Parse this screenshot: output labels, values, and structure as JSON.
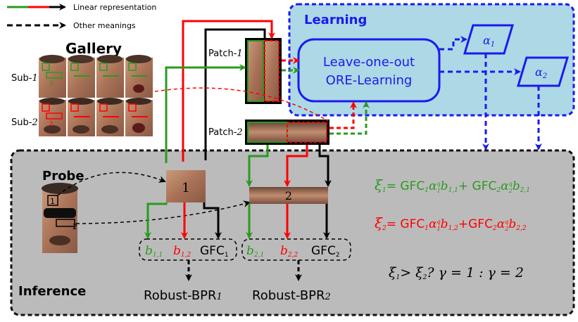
{
  "legend": {
    "solid_label": "Linear representation",
    "dashed_label": "Other meanings"
  },
  "gallery": {
    "title": "Gallery",
    "sub1": "Sub-",
    "sub1_idx": "1",
    "sub2": "Sub-",
    "sub2_idx": "2"
  },
  "patches": {
    "patch1_prefix": "Patch-",
    "patch1_idx": "1",
    "patch2_prefix": "Patch-",
    "patch2_idx": "2"
  },
  "learning": {
    "title": "Learning",
    "box_line1": "Leave-one-out",
    "box_line2": "ORE-Learning",
    "alpha1": "α",
    "alpha1_sub": "1",
    "alpha2": "α",
    "alpha2_sub": "2"
  },
  "inference": {
    "title": "Inference",
    "probe": "Probe",
    "probe_patch1_num": "1",
    "probe_patch2_num": "2",
    "face_box1": "1",
    "face_box2": "2",
    "group1": {
      "b_green": "b",
      "b_green_sub": "1,1",
      "b_red": "b",
      "b_red_sub": "1,2",
      "gfc": "GFC",
      "gfc_sub": "1"
    },
    "group2": {
      "b_green": "b",
      "b_green_sub": "2,1",
      "b_red": "b",
      "b_red_sub": "2,2",
      "gfc": "GFC",
      "gfc_sub": "2"
    },
    "robust1": "Robust-BPR",
    "robust1_sub": "1",
    "robust2": "Robust-BPR",
    "robust2_sub": "2"
  },
  "equations": {
    "xi1": "ξ",
    "xi1_sub": "1",
    "xi1_rhs_a": "= GFC",
    "xi1_rhs_b": "α",
    "xi1_rhs_c": "b",
    "xi1_rhs_d": "+ GFC",
    "xi2": "ξ",
    "xi2_sub": "2",
    "decision": "ξ",
    "decision_rest": "> ξ",
    "decision_tail": "? γ = 1 : γ = 2"
  },
  "colors": {
    "green": "#2a9a1f",
    "red": "#ff0000",
    "blue": "#1a1aee",
    "learning_bg": "#add8e6",
    "inference_bg": "#bbbbbb"
  }
}
